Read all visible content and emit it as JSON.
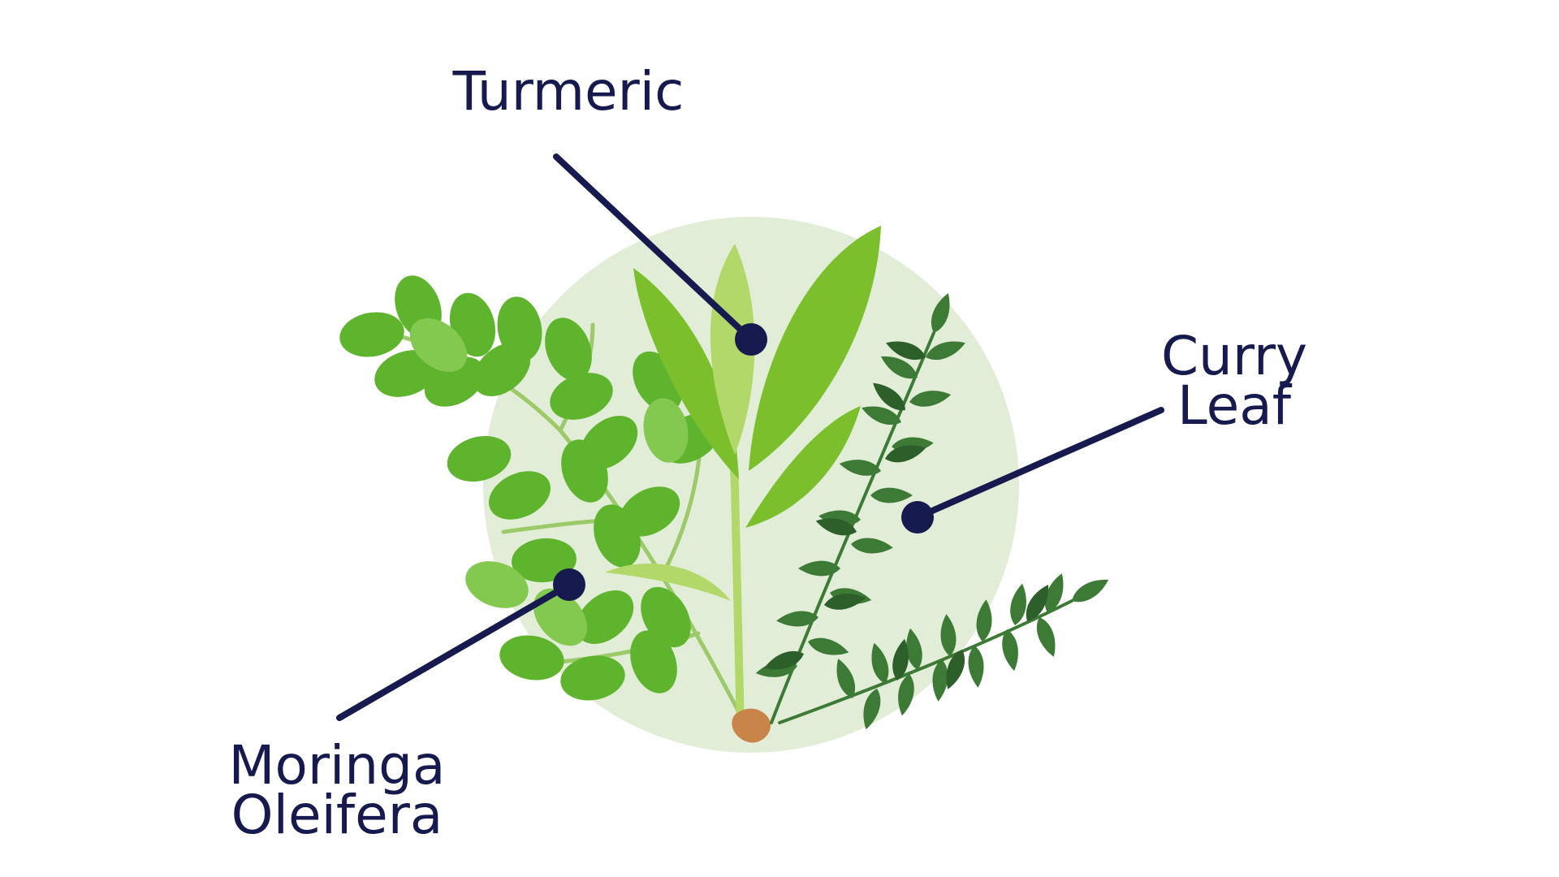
{
  "labels": {
    "turmeric": {
      "lines": [
        "Turmeric"
      ]
    },
    "curry_leaf": {
      "lines": [
        "Curry",
        "Leaf"
      ]
    },
    "moringa": {
      "lines": [
        "Moringa",
        "Oleifera"
      ]
    }
  },
  "colors": {
    "label_text": "#161a4e",
    "pointer": "#161a4e",
    "backdrop_circle": "#e2edd7",
    "moringa_leaf": "#5fb42e",
    "moringa_leaf_light": "#84c94f",
    "turmeric_leaf": "#7cbf2d",
    "turmeric_leaf_light": "#b2d86a",
    "curry_leaf": "#3d7a36",
    "curry_leaf_dark": "#2d5f2a",
    "stem": "#9cc96a",
    "root": "#c9844a"
  },
  "icons": {
    "moringa": "moringa-leaf-icon",
    "turmeric": "turmeric-plant-icon",
    "curry_leaf": "curry-leaf-icon"
  }
}
